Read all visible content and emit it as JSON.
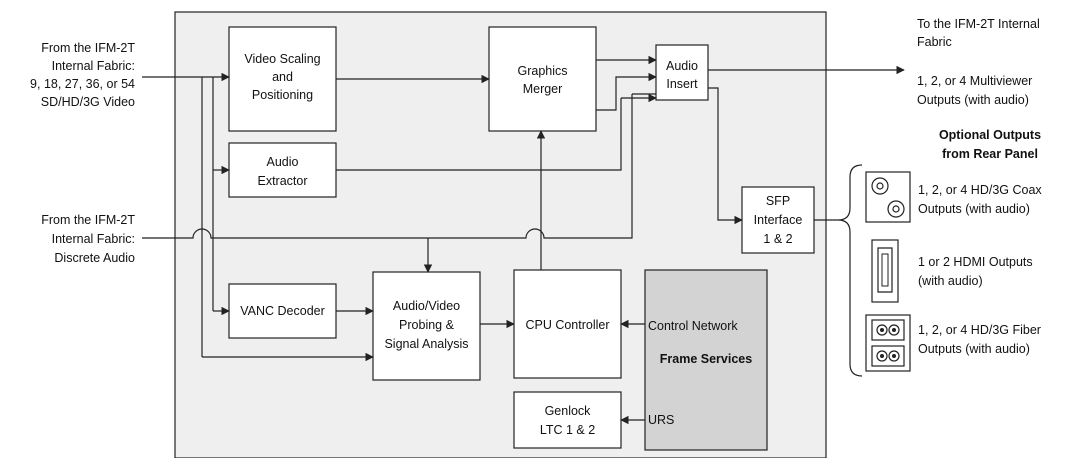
{
  "colors": {
    "frame_bg": "#efefef",
    "services_bg": "#d3d3d3",
    "line": "#222222"
  },
  "inputs": {
    "fabric_video": [
      "From the IFM-2T",
      "Internal Fabric:",
      "9, 18, 27, 36, or 54",
      "SD/HD/3G Video"
    ],
    "discrete_audio": [
      "From the IFM-2T",
      "Internal Fabric:",
      "Discrete Audio"
    ]
  },
  "blocks": {
    "video_scaling": [
      "Video Scaling",
      "and",
      "Positioning"
    ],
    "graphics_merger": [
      "Graphics",
      "Merger"
    ],
    "audio_insert": [
      "Audio",
      "Insert"
    ],
    "audio_extractor": [
      "Audio",
      "Extractor"
    ],
    "sfp_interface": [
      "SFP",
      "Interface",
      "1 & 2"
    ],
    "vanc_decoder": [
      "VANC Decoder"
    ],
    "av_probing": [
      "Audio/Video",
      "Probing &",
      "Signal Analysis"
    ],
    "cpu_controller": [
      "CPU Controller"
    ],
    "genlock": [
      "Genlock",
      "LTC 1 & 2"
    ]
  },
  "frame_services": {
    "control_network": "Control Network",
    "title": "Frame Services",
    "urs": "URS"
  },
  "output_fabric": [
    "To the IFM-2T Internal",
    "Fabric",
    "1, 2, or 4 Multiviewer",
    "Outputs (with audio)"
  ],
  "optional_outputs": {
    "title": [
      "Optional Outputs",
      "from Rear Panel"
    ],
    "coax": [
      "1, 2, or 4 HD/3G Coax",
      "Outputs (with audio)"
    ],
    "hdmi": [
      "1 or 2 HDMI Outputs",
      "(with audio)"
    ],
    "fiber": [
      "1, 2, or 4 HD/3G Fiber",
      "Outputs (with audio)"
    ]
  },
  "icons": [
    "coax-connector-icon",
    "hdmi-connector-icon",
    "fiber-connector-icon"
  ]
}
